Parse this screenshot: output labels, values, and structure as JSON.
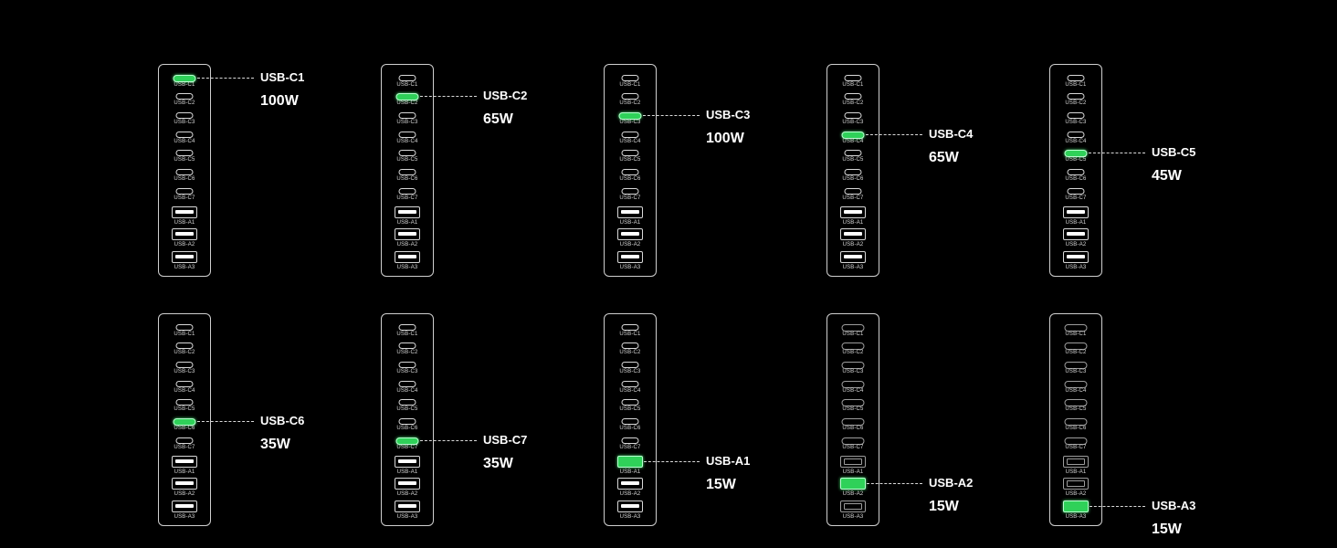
{
  "ports": [
    "USB-C1",
    "USB-C2",
    "USB-C3",
    "USB-C4",
    "USB-C5",
    "USB-C6",
    "USB-C7",
    "USB-A1",
    "USB-A2",
    "USB-A3"
  ],
  "panels": [
    {
      "port": "USB-C1",
      "power": "100W",
      "lit_index": 0,
      "dim": false
    },
    {
      "port": "USB-C2",
      "power": "65W",
      "lit_index": 1,
      "dim": false
    },
    {
      "port": "USB-C3",
      "power": "100W",
      "lit_index": 2,
      "dim": false
    },
    {
      "port": "USB-C4",
      "power": "65W",
      "lit_index": 3,
      "dim": false
    },
    {
      "port": "USB-C5",
      "power": "45W",
      "lit_index": 4,
      "dim": false
    },
    {
      "port": "USB-C6",
      "power": "35W",
      "lit_index": 5,
      "dim": false
    },
    {
      "port": "USB-C7",
      "power": "35W",
      "lit_index": 6,
      "dim": false
    },
    {
      "port": "USB-A1",
      "power": "15W",
      "lit_index": 7,
      "dim": false
    },
    {
      "port": "USB-A2",
      "power": "15W",
      "lit_index": 8,
      "dim": true
    },
    {
      "port": "USB-A3",
      "power": "15W",
      "lit_index": 9,
      "dim": true
    }
  ],
  "colors": {
    "active": "#2fd159",
    "outline": "#d8d8d8",
    "background": "#000000"
  }
}
